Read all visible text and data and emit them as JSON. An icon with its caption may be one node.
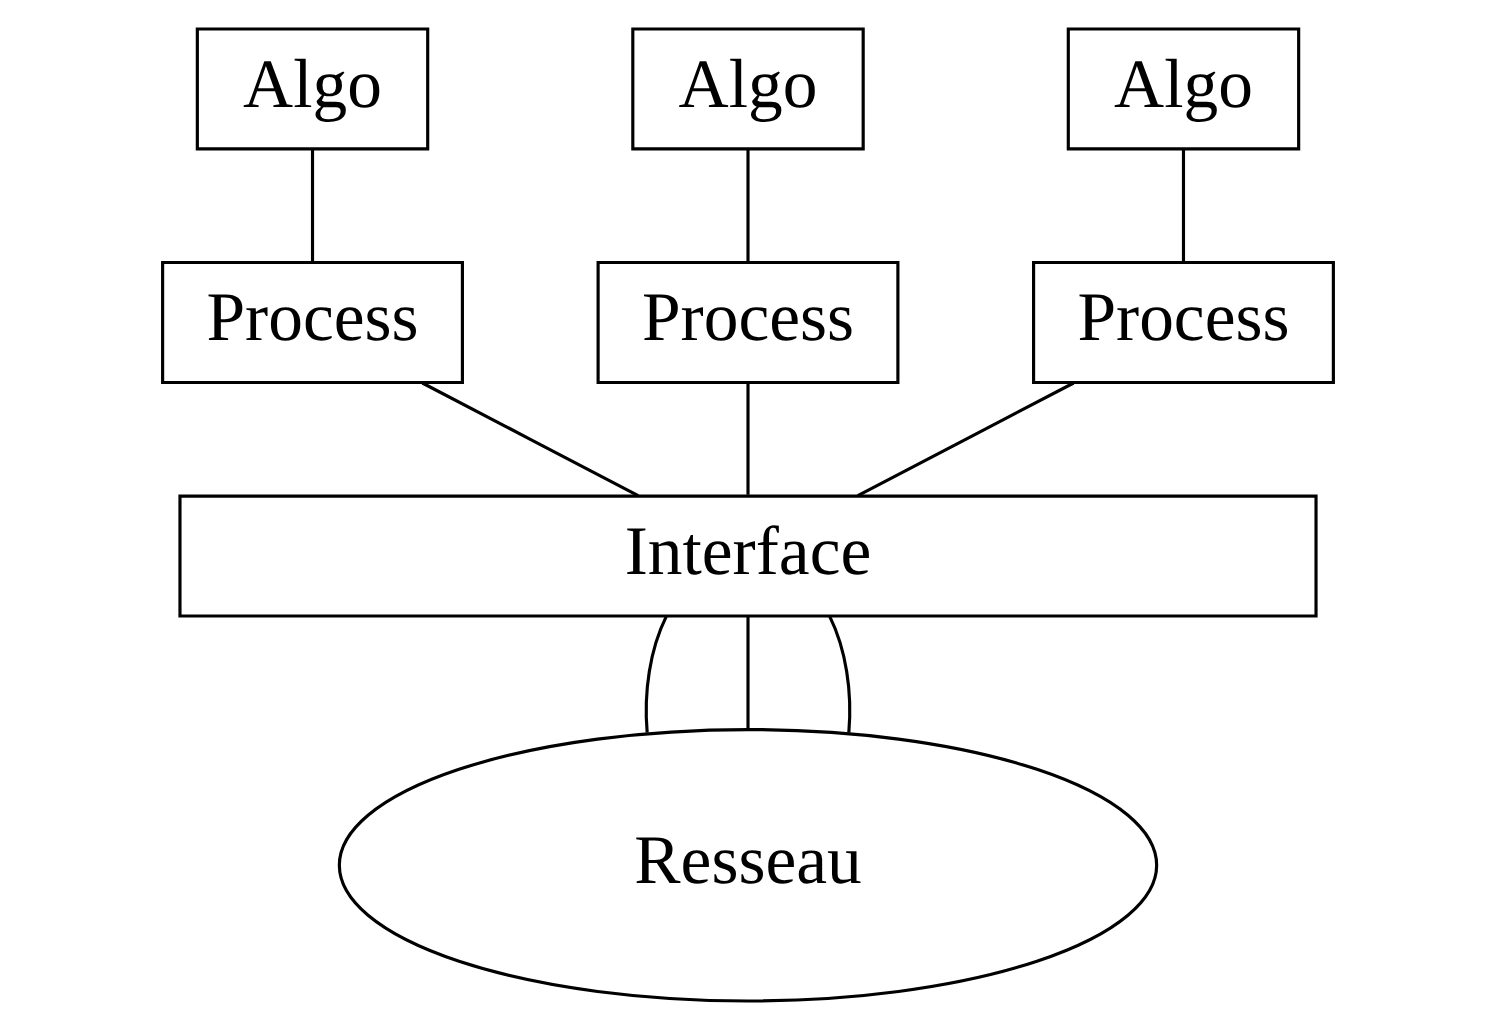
{
  "diagram": {
    "nodes": [
      {
        "text": [
          "Algo"
        ]
      },
      {
        "text": [
          "Algo"
        ]
      },
      {
        "text": [
          "Algo"
        ]
      },
      {
        "text": [
          "Process"
        ]
      },
      {
        "text": [
          "Process"
        ]
      },
      {
        "text": [
          "Process"
        ]
      },
      {
        "text": [
          "Interface"
        ]
      },
      {
        "text": [
          "Resseau"
        ]
      }
    ],
    "edges": [
      {
        "from": 0,
        "to": 3,
        "arrow": "none"
      },
      {
        "from": 1,
        "to": 4,
        "arrow": "none"
      },
      {
        "from": 2,
        "to": 5,
        "arrow": "none"
      },
      {
        "from": 3,
        "to": 6,
        "arrow": "none"
      },
      {
        "from": 4,
        "to": 6,
        "arrow": "none"
      },
      {
        "from": 5,
        "to": 6,
        "arrow": "none"
      },
      {
        "from": 6,
        "to": 7,
        "arrow": "none"
      },
      {
        "from": 6,
        "to": 7,
        "arrow": "none"
      },
      {
        "from": 6,
        "to": 7,
        "arrow": "none"
      }
    ]
  }
}
